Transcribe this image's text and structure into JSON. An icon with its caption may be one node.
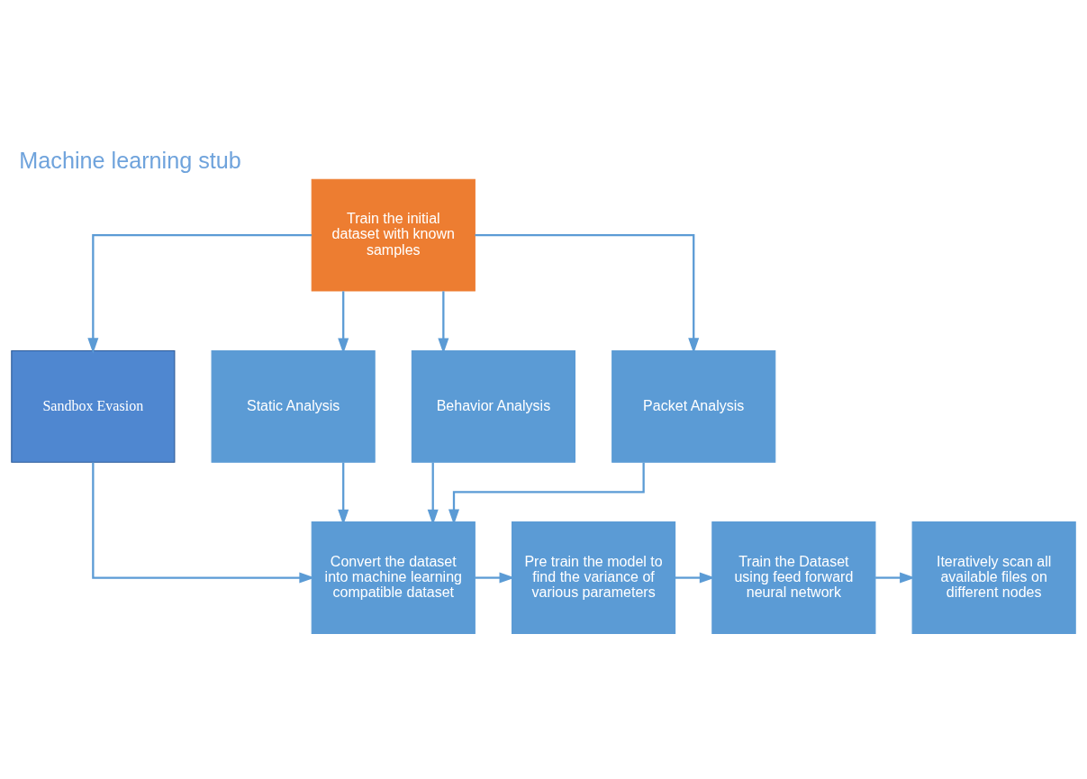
{
  "diagram": {
    "title": "Machine learning stub",
    "nodes": [
      {
        "text": [
          "Train the initial dataset with known samples"
        ]
      },
      {
        "text": [
          "Sandbox Evasion"
        ]
      },
      {
        "text": [
          "Static Analysis"
        ]
      },
      {
        "text": [
          "Behavior Analysis"
        ]
      },
      {
        "text": [
          "Packet Analysis"
        ]
      },
      {
        "text": [
          "Iteratively scan all available files on different nodes"
        ]
      },
      {
        "text": [
          "Train the Dataset using feed forward neural network"
        ]
      },
      {
        "text": [
          "Pre train the model to find the variance of various parameters"
        ]
      },
      {
        "text": [
          "Convert the dataset into machine learning compatible dataset"
        ]
      }
    ],
    "edges": [
      {
        "from": 0,
        "to": 1,
        "arrow": "to"
      },
      {
        "from": 0,
        "to": 2,
        "arrow": "to"
      },
      {
        "from": 0,
        "to": 3,
        "arrow": "to"
      },
      {
        "from": 0,
        "to": 4,
        "arrow": "to"
      },
      {
        "from": 1,
        "to": 8,
        "arrow": "to"
      },
      {
        "from": 2,
        "to": 8,
        "arrow": "to"
      },
      {
        "from": 3,
        "to": 8,
        "arrow": "to"
      },
      {
        "from": 4,
        "to": 8,
        "arrow": "to"
      },
      {
        "from": 8,
        "to": 7,
        "arrow": "to"
      },
      {
        "from": 7,
        "to": 6,
        "arrow": "to"
      },
      {
        "from": 6,
        "to": 5,
        "arrow": "to"
      }
    ]
  }
}
